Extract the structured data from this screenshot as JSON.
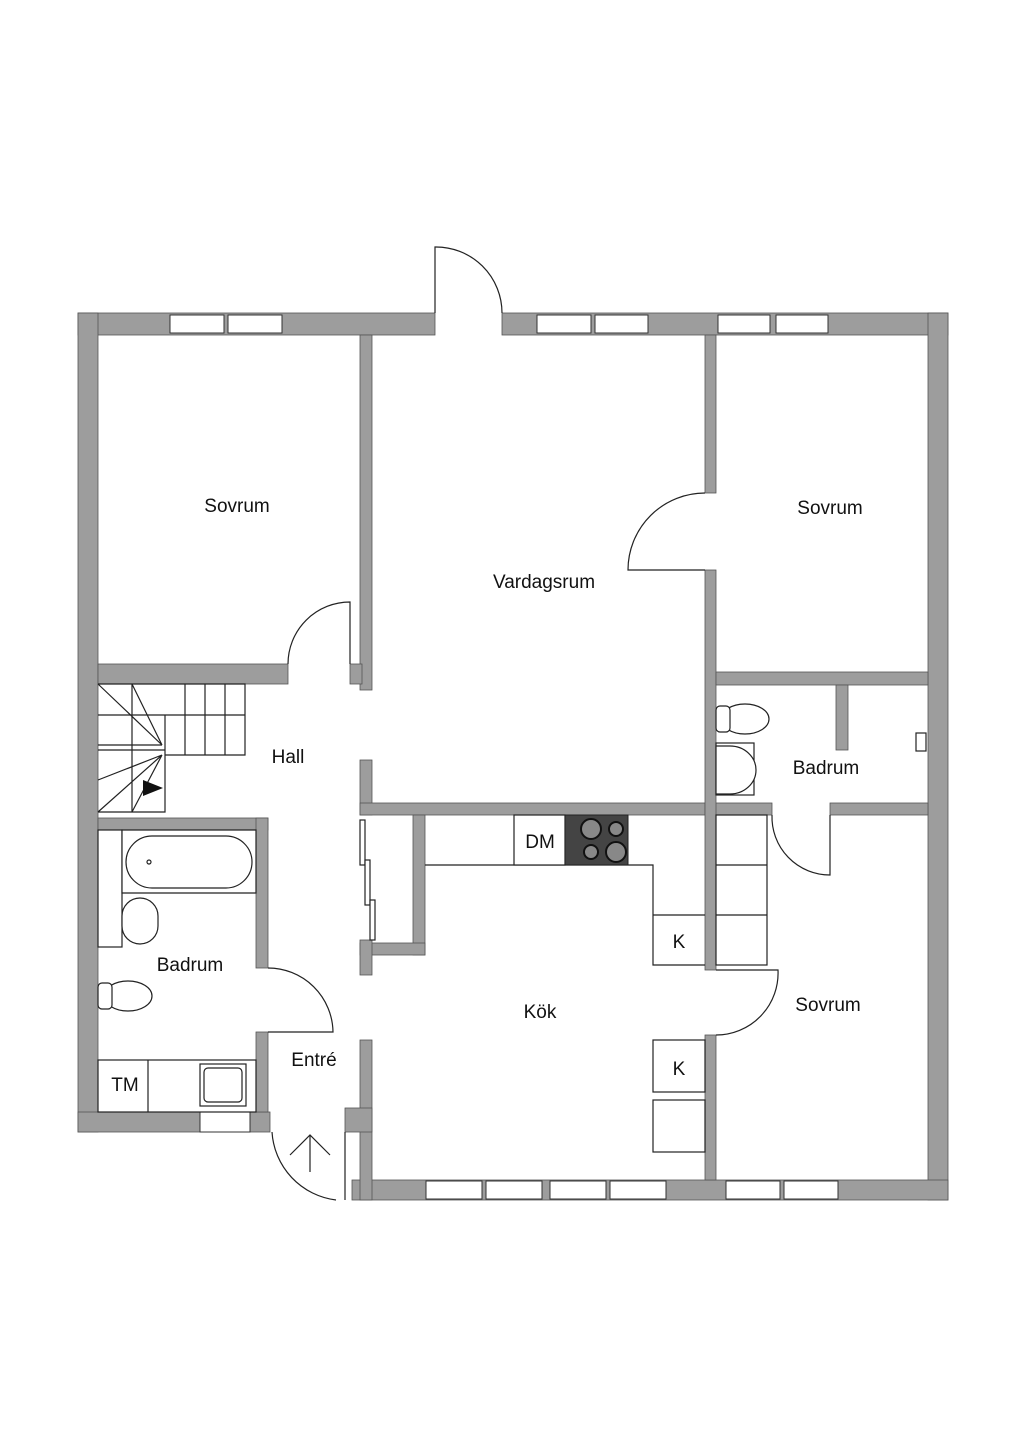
{
  "rooms": {
    "sovrum_nw": "Sovrum",
    "vardagsrum": "Vardagsrum",
    "sovrum_ne": "Sovrum",
    "hall": "Hall",
    "badrum_e": "Badrum",
    "badrum_w": "Badrum",
    "kok": "Kök",
    "sovrum_se": "Sovrum",
    "entre": "Entré"
  },
  "fixtures": {
    "dishwasher": "DM",
    "fridge_upper": "K",
    "fridge_lower": "K",
    "washing_machine": "TM"
  },
  "colors": {
    "wall": "#9d9d9d",
    "stove": "#444444"
  }
}
